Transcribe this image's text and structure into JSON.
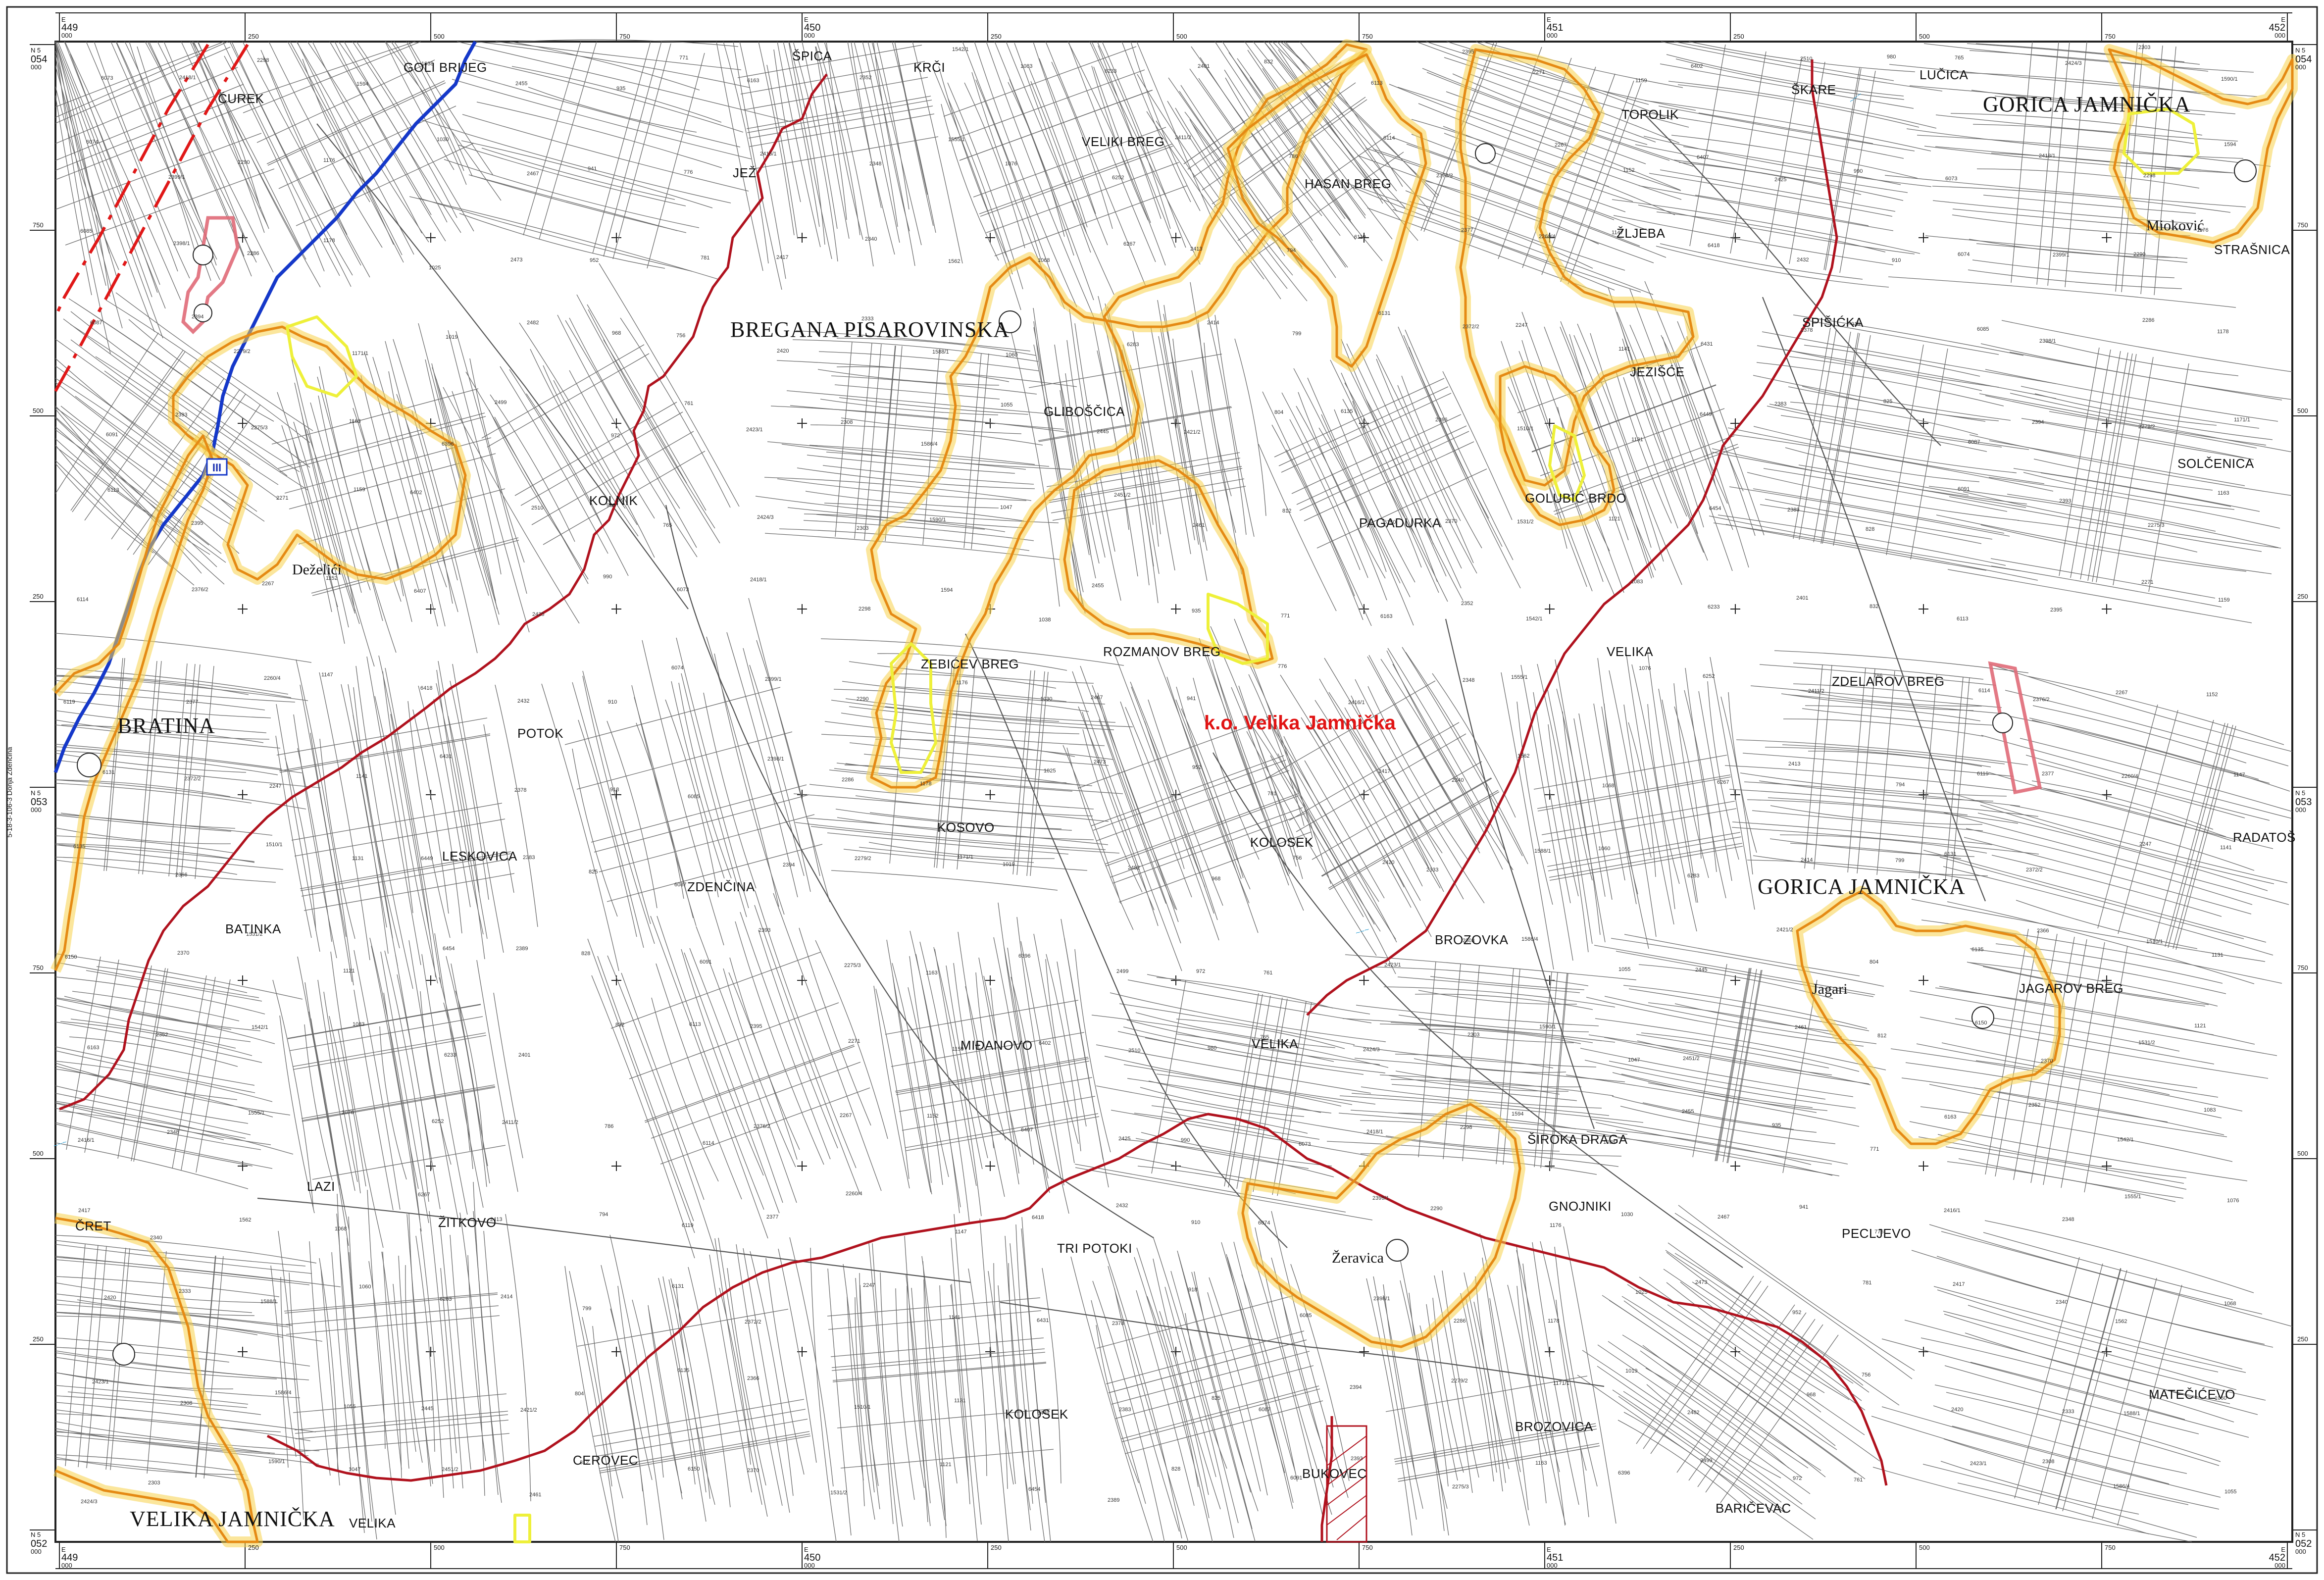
{
  "colors": {
    "background": "#ffffff",
    "parcel_line": "#6a6a6a",
    "boundary_red": "#b0121e",
    "highway_blue": "#1538c9",
    "zone_orange": "#e58a14",
    "zone_yellow_glow": "#f8d24a",
    "zone_yellow": "#eef03a",
    "protected_pink": "#e06a78",
    "railway_red": "#e01818",
    "cadastral_label": "#e11414"
  },
  "frame": {
    "side_label": "5-18-3-106-3 Donja Zdenčina",
    "top_easting": [
      {
        "main": "E",
        "value": "449",
        "sub": "000"
      },
      {
        "main": "E",
        "value": "450",
        "sub": "000"
      },
      {
        "main": "E",
        "value": "451",
        "sub": "000"
      },
      {
        "main": "E",
        "value": "452",
        "sub": "000"
      }
    ],
    "top_ticks": [
      "250",
      "500",
      "750",
      "250",
      "500",
      "750",
      "250",
      "500",
      "750"
    ],
    "left_northing": [
      {
        "main": "N 5",
        "value": "054",
        "sub": "000"
      },
      {
        "main": "N 5",
        "value": "053",
        "sub": "000"
      },
      {
        "main": "N 5",
        "value": "052",
        "sub": "000"
      }
    ],
    "left_ticks": [
      "750",
      "500",
      "250",
      "750",
      "500",
      "250"
    ]
  },
  "cadastral_label": "k.o. Velika Jamnička",
  "road_sign": "III",
  "settlements": [
    {
      "id": "bregana",
      "label": "BREGANA PISAROVINSKA",
      "cls": "big"
    },
    {
      "id": "gorica-1",
      "label": "GORICA JAMNIČKA",
      "cls": "big"
    },
    {
      "id": "gorica-2",
      "label": "GORICA JAMNIČKA",
      "cls": "big"
    },
    {
      "id": "bratina",
      "label": "BRATINA",
      "cls": "big"
    },
    {
      "id": "velika-jamnicka",
      "label": "VELIKA JAMNIČKA",
      "cls": "big"
    },
    {
      "id": "dezelici",
      "label": "Deželići",
      "cls": "settle"
    },
    {
      "id": "miokovic",
      "label": "Mioković",
      "cls": "settle"
    },
    {
      "id": "jagari",
      "label": "Jagari",
      "cls": "settle"
    },
    {
      "id": "zeravica",
      "label": "Žeravica",
      "cls": "settle"
    }
  ],
  "places": [
    "GOLI BRIJEG",
    "ĆUREK",
    "JEŽ",
    "ŠPICA",
    "KRČI",
    "VELIKI BREG",
    "HASAN BREG",
    "TOPOLIK",
    "ŠKARE",
    "LUČICA",
    "ŽLJEBA",
    "STRAŠNICA",
    "SPIŠIĆKA",
    "JEZIŠĆE",
    "GLIBOŠČICA",
    "KOLNIK",
    "GOLUBIĆ BRDO",
    "PAGADURKA",
    "SOLČENICA",
    "ROZMANOV BREG",
    "ZEBIĆEV BREG",
    "VELIKA",
    "ZDELAROV BREG",
    "POTOK",
    "KOSOVO",
    "KOLOSEK",
    "RADATOŠ",
    "LESKOVICA",
    "ZDENČINA",
    "BATINKA",
    "BROZOVKA",
    "JAGAROV BREG",
    "MIĐANOVO",
    "VELIKA",
    "ŠIROKA DRAGA",
    "LAZI",
    "ŽITKOVO",
    "GNOJNIKI",
    "PECLJEVO",
    "ČRET",
    "TRI POTOKI",
    "KOLOSEK",
    "BROZOVICA",
    "MATEČIĆEVO",
    "CEROVEC",
    "BUKOVEC",
    "VELIKA",
    "BARIČEVAC"
  ],
  "parcel_numbers": [
    "6073",
    "6074",
    "6085",
    "6087",
    "6091",
    "6113",
    "6114",
    "6119",
    "6131",
    "6135",
    "6150",
    "6163",
    "2416/1",
    "2417",
    "2420",
    "2423/1",
    "2424/3",
    "2418/1",
    "2399/1",
    "2398/1",
    "2394",
    "2393",
    "2395",
    "2376/2",
    "2377",
    "2372/2",
    "2366",
    "2370",
    "2352",
    "2348",
    "2340",
    "2333",
    "2308",
    "2303",
    "2298",
    "2290",
    "2286",
    "2279/2",
    "2275/3",
    "2271",
    "2267",
    "2260/4",
    "2247",
    "1510/1",
    "1531/2",
    "1542/1",
    "1555/1",
    "1562",
    "1588/1",
    "1586/4",
    "1590/1",
    "1594",
    "1176",
    "1178",
    "1171/1",
    "1163",
    "1159",
    "1152",
    "1147",
    "1141",
    "1131",
    "1121",
    "1083",
    "1076",
    "1068",
    "1060",
    "1055",
    "1047",
    "1038",
    "1030",
    "1025",
    "1019",
    "6396",
    "6402",
    "6407",
    "6418",
    "6431",
    "6449",
    "6454",
    "6233",
    "6252",
    "6267",
    "6283",
    "2445",
    "2451/2",
    "2455",
    "2467",
    "2473",
    "2482",
    "2499",
    "2510",
    "2425",
    "2432",
    "2378",
    "2383",
    "2389",
    "2401",
    "2411/2",
    "2413",
    "2414",
    "2421/2",
    "2461",
    "935",
    "941",
    "952",
    "968",
    "972",
    "980",
    "990",
    "910",
    "918",
    "825",
    "828",
    "832",
    "786",
    "794",
    "799",
    "804",
    "812",
    "771",
    "776",
    "781",
    "756",
    "761",
    "765"
  ]
}
